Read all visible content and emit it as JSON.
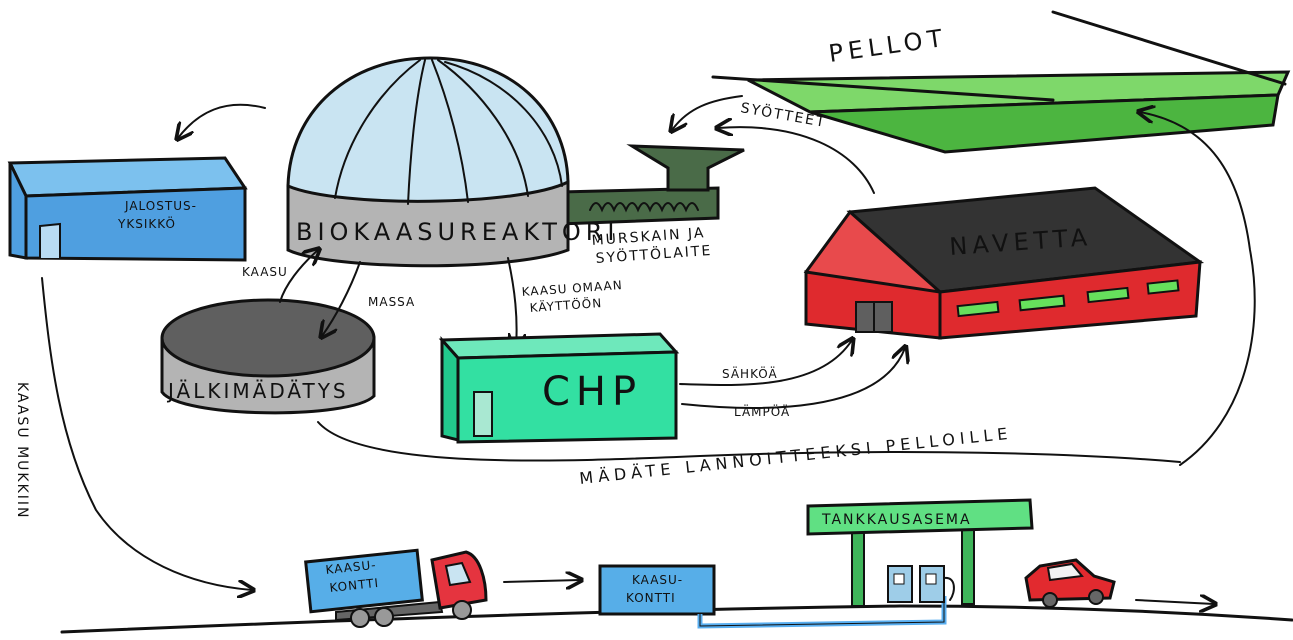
{
  "labels": {
    "reactor": "BIOKAASUREAKTORI",
    "post_digestion": "JÄLKIMÄDÄTYS",
    "upgrading_line1": "JALOSTUS-",
    "upgrading_line2": "YKSIKKÖ",
    "crusher_line1": "MURSKAIN JA",
    "crusher_line2": "SYÖTTÖLAITE",
    "barn": "NAVETTA",
    "fields": "PELLOT",
    "feeds": "SYÖTTEET",
    "chp": "CHP",
    "gas": "KAASU",
    "mass": "MASSA",
    "own_use_line1": "KAASU OMAAN",
    "own_use_line2": "KÄYTTÖÖN",
    "electricity": "SÄHKÖÄ",
    "heat": "LÄMPÖÄ",
    "digestate": "MÄDÄTE LANNOITTEEKSI PELLOILLE",
    "transport": "KAASU MUKKIIN",
    "truck_container_line1": "KAASU-",
    "truck_container_line2": "KONTTI",
    "container_line1": "KAASU-",
    "container_line2": "KONTTI",
    "station": "TANKKAUSASEMA"
  },
  "colors": {
    "dome": "#c9e4f2",
    "reactor_base": "#b4b4b4",
    "post_tank": "#5f5f5f",
    "upgrading_unit": "#4f9fe0",
    "crusher": "#4a6b48",
    "barn_wall": "#df2a2e",
    "barn_roof": "#333333",
    "barn_window": "#66e05c",
    "field_light": "#7ed86a",
    "field_dark": "#4cb540",
    "chp": "#33e0a2",
    "container": "#57aee8",
    "truck_cab": "#e5343f",
    "station_sign": "#60e083",
    "station_post": "#3fb55a",
    "pump": "#9ecde8",
    "car": "#e22a2f",
    "pipe": "#58aef0"
  }
}
